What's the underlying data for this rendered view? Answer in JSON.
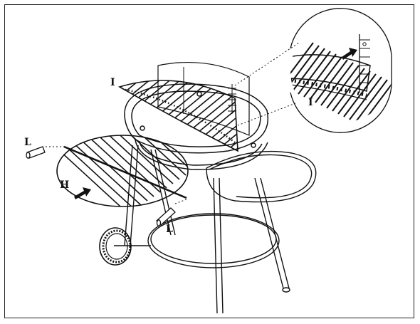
{
  "diagram": {
    "labels": {
      "grill_upper": "I",
      "grill_detail": "I",
      "grate_lower": "H",
      "pin_left": "L",
      "pin_bottom": "L"
    },
    "colors": {
      "ink": "#111111",
      "paper": "#ffffff"
    }
  }
}
